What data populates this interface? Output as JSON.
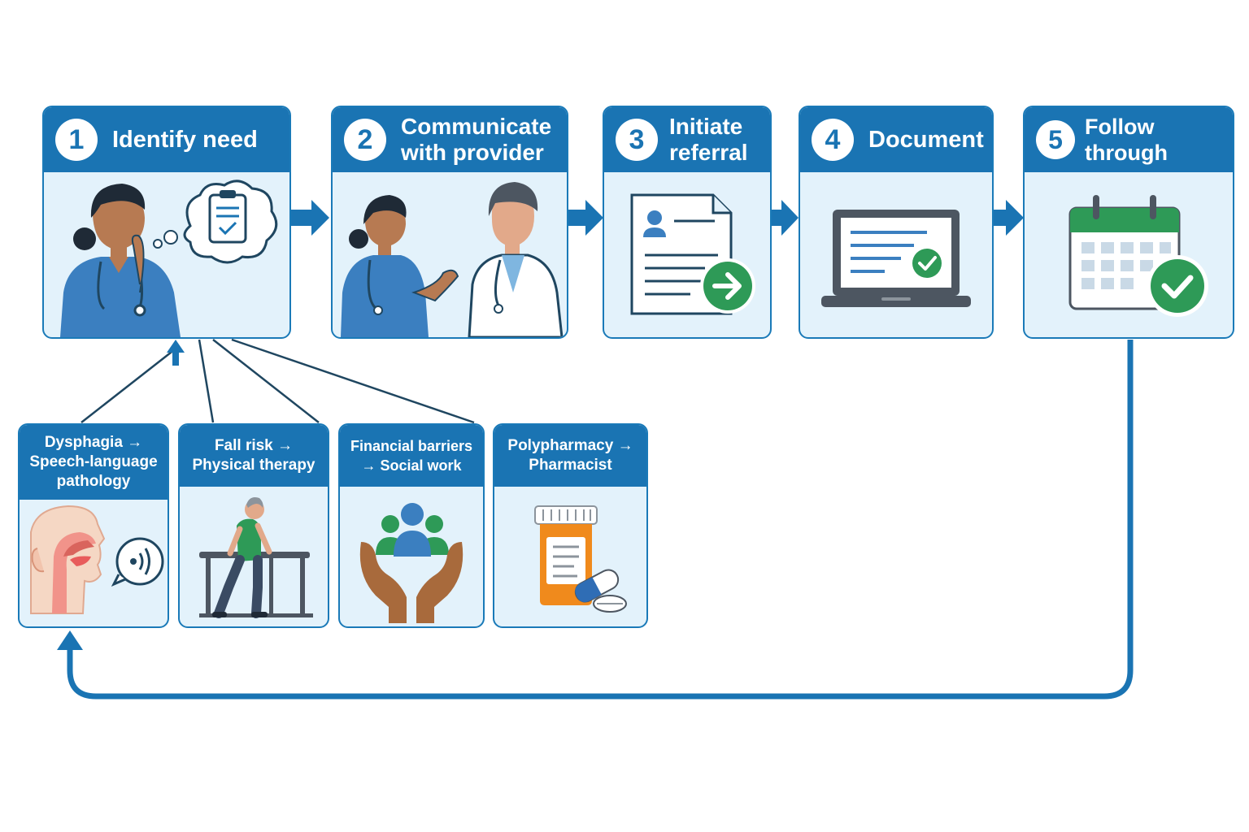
{
  "steps": [
    {
      "number": "1",
      "title": "Identify need",
      "icon": "nurse-thinking-icon"
    },
    {
      "number": "2",
      "title": "Communicate with provider",
      "icon": "nurse-talking-doctor-icon"
    },
    {
      "number": "3",
      "title": "Initiate referral",
      "icon": "referral-form-icon"
    },
    {
      "number": "4",
      "title": "Document",
      "icon": "laptop-check-icon"
    },
    {
      "number": "5",
      "title": "Follow through",
      "icon": "calendar-check-icon"
    }
  ],
  "referrals": [
    {
      "title": "Dysphagia → Speech-language pathology",
      "icon": "throat-speech-icon"
    },
    {
      "title": "Fall risk → Physical therapy",
      "icon": "parallel-bars-walker-icon"
    },
    {
      "title": "Financial barriers → Social work",
      "icon": "hands-people-icon"
    },
    {
      "title": "Polypharmacy → Pharmacist",
      "icon": "pill-bottle-icon"
    }
  ],
  "colors": {
    "header": "#1a74b3",
    "border": "#1a7ab8",
    "panel": "#e3f2fb",
    "arrow": "#1a74b3",
    "check": "#2e9a57"
  }
}
